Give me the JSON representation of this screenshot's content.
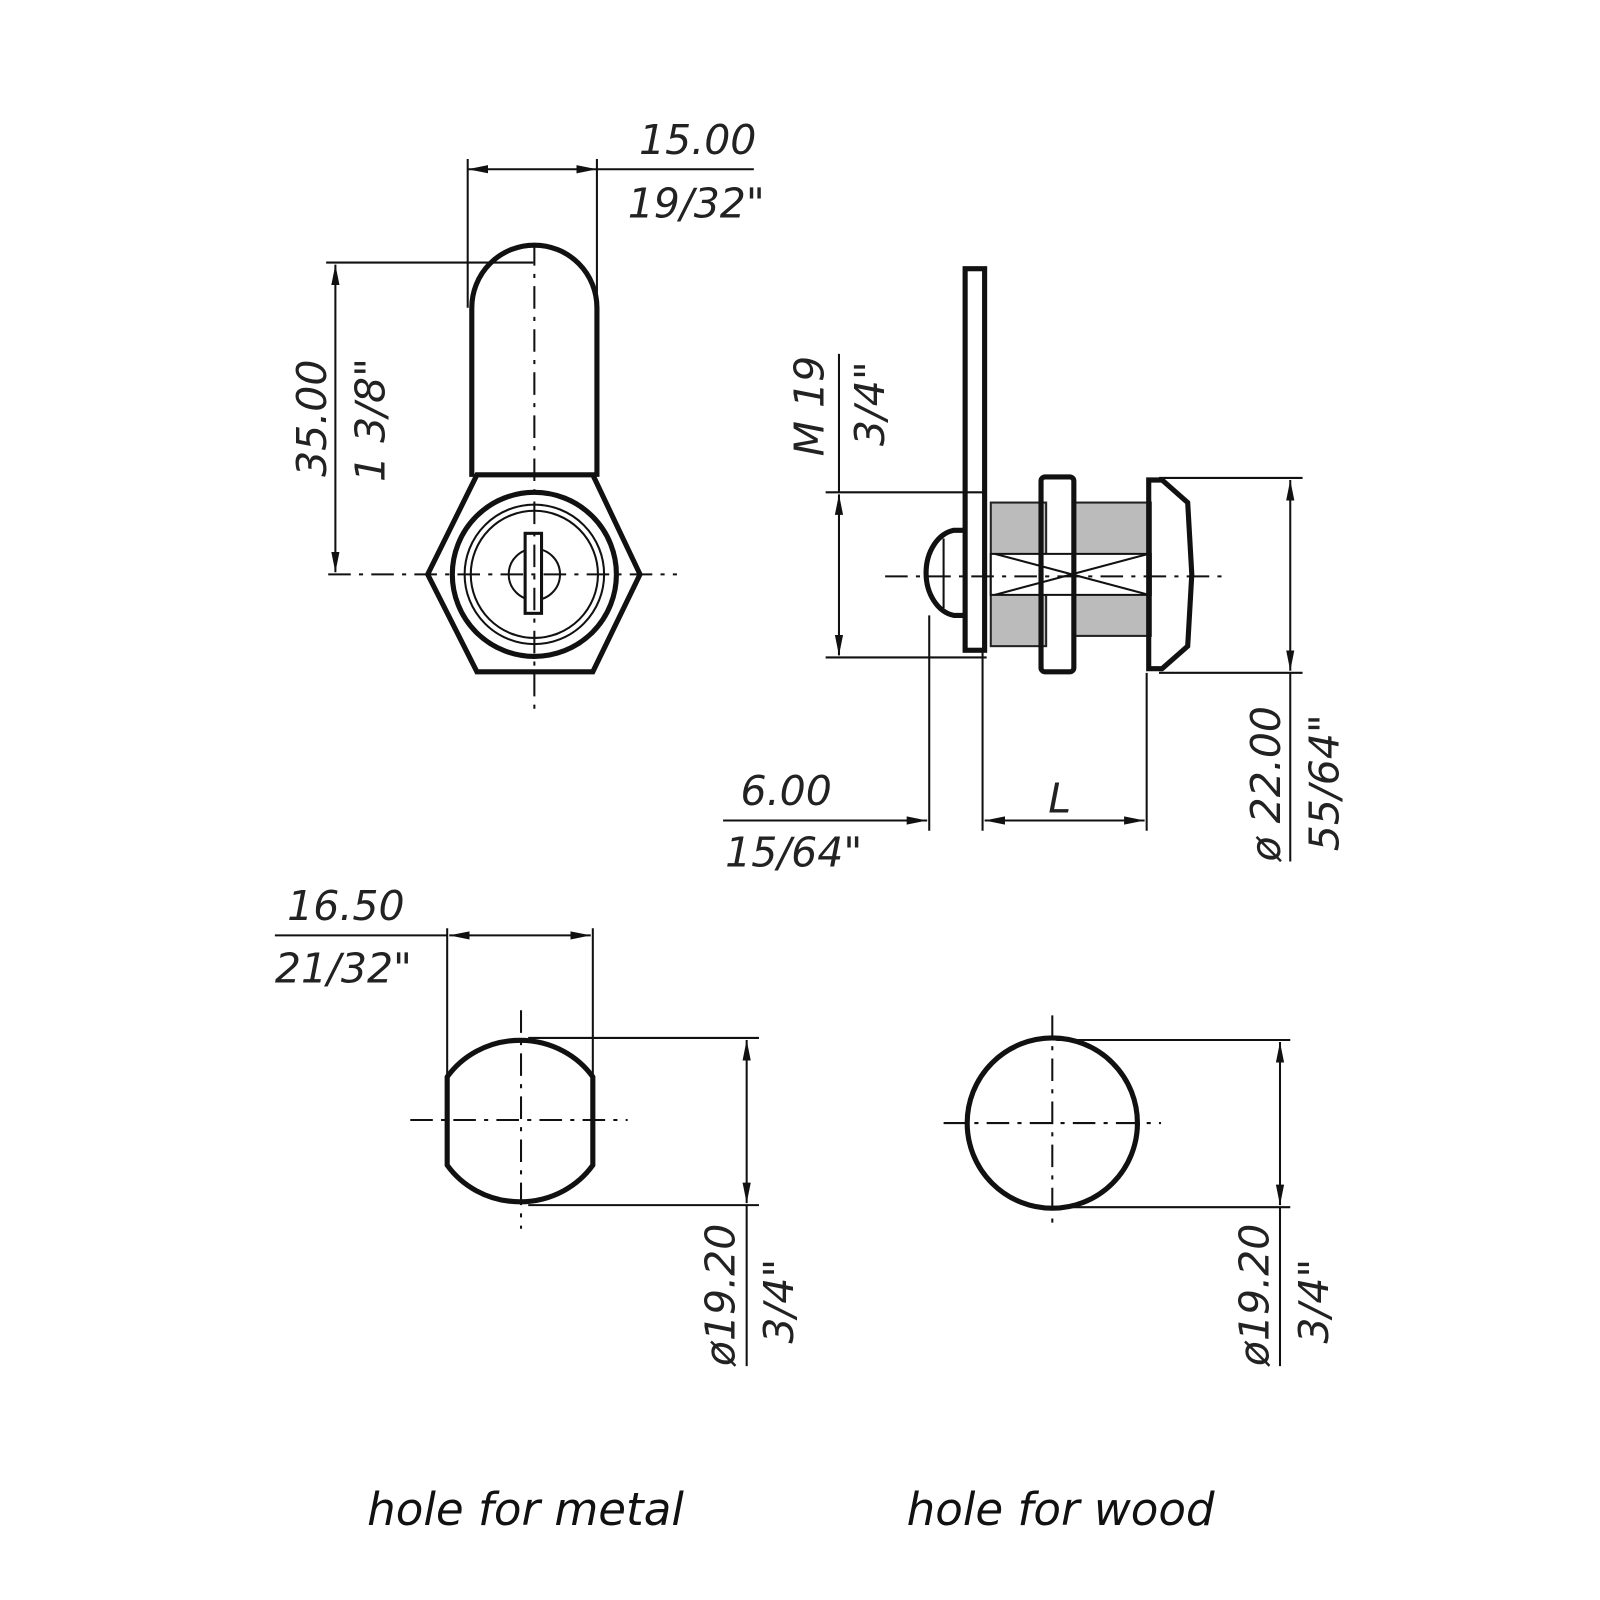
{
  "front_view": {
    "width_mm": "15.00",
    "width_in": "19/32\"",
    "height_mm": "35.00",
    "height_in": "1 3/8\""
  },
  "side_view": {
    "thread_mm": "M 19",
    "thread_in": "3/4\"",
    "panel_mm": "6.00",
    "panel_in": "15/64\"",
    "length_label": "L",
    "dia_mm": "ø 22.00",
    "dia_in": "55/64\""
  },
  "metal_hole": {
    "width_mm": "16.50",
    "width_in": "21/32\"",
    "dia_mm": "ø19.20",
    "dia_in": "3/4\"",
    "caption": "hole for metal"
  },
  "wood_hole": {
    "dia_mm": "ø19.20",
    "dia_in": "3/4\"",
    "caption": "hole for wood"
  }
}
